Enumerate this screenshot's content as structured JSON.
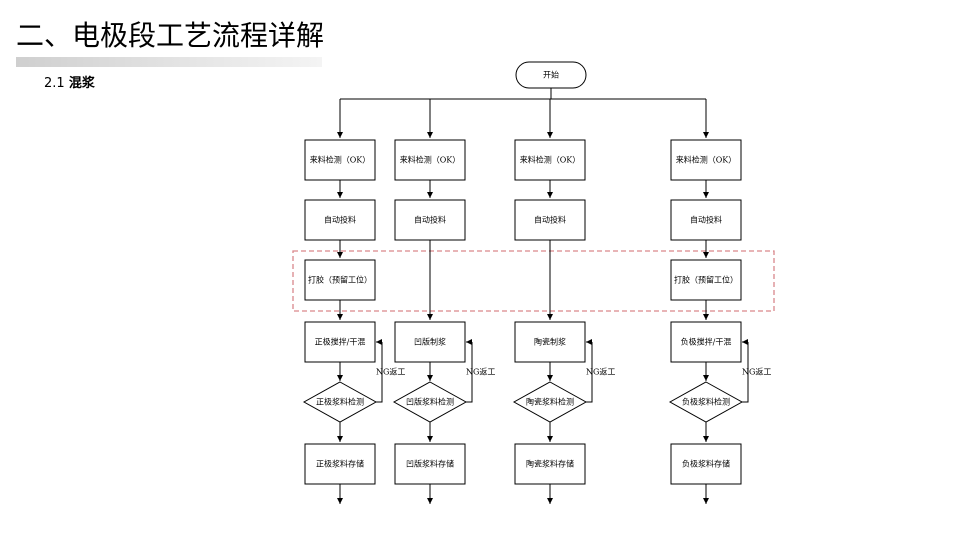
{
  "header": {
    "title": "二、电极段工艺流程详解",
    "section_number": "2.1",
    "section_name": "混浆"
  },
  "flow": {
    "start": "开始",
    "ng_label": "NG返工",
    "columns": [
      {
        "incoming": "来料检测（OK）",
        "feed": "自动投料",
        "glue": "打胶（预留工位）",
        "process": "正极搅拌/干混",
        "check": "正极浆料检测",
        "store": "正极浆料存储"
      },
      {
        "incoming": "来料检测（OK）",
        "feed": "自动投料",
        "glue": "",
        "process": "凹版制浆",
        "check": "凹版浆料检测",
        "store": "凹版浆料存储"
      },
      {
        "incoming": "来料检测（OK）",
        "feed": "自动投料",
        "glue": "",
        "process": "陶瓷制浆",
        "check": "陶瓷浆料检测",
        "store": "陶瓷浆料存储"
      },
      {
        "incoming": "来料检测（OK）",
        "feed": "自动投料",
        "glue": "打胶（预留工位）",
        "process": "负极搅拌/干混",
        "check": "负极浆料检测",
        "store": "负极浆料存储"
      }
    ]
  }
}
